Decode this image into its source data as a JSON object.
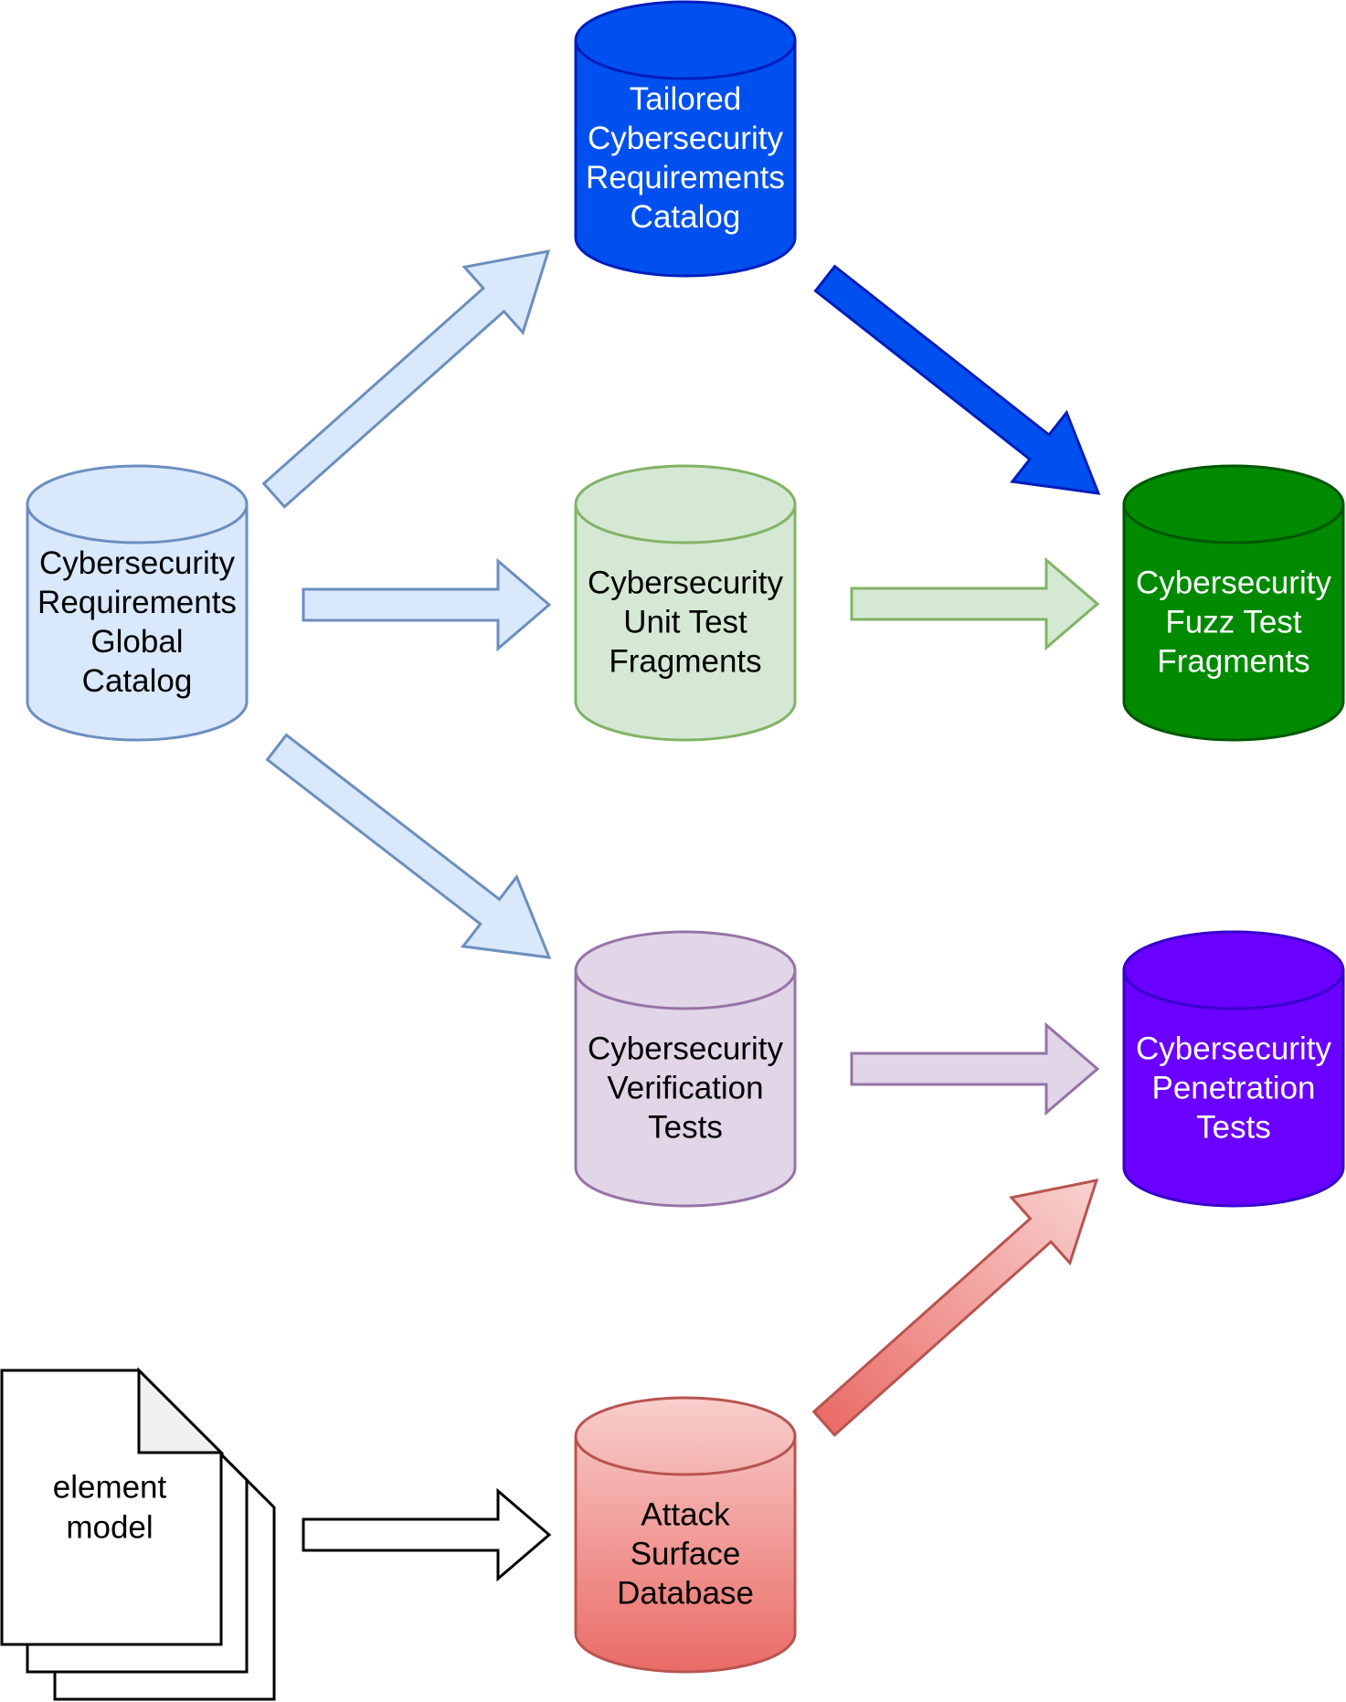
{
  "diagram": {
    "nodes": [
      {
        "id": "global",
        "lines": [
          "Cybersecurity",
          "Requirements",
          "Global",
          "Catalog"
        ],
        "fill": "#dae8fc",
        "stroke": "#6c8ebf",
        "text_color": "#000000"
      },
      {
        "id": "tailored",
        "lines": [
          "Tailored",
          "Cybersecurity",
          "Requirements",
          "Catalog"
        ],
        "fill": "#0050ef",
        "stroke": "#001dbc",
        "text_color": "#ffffff"
      },
      {
        "id": "unit",
        "lines": [
          "Cybersecurity",
          "Unit Test",
          "Fragments"
        ],
        "fill": "#d5e8d4",
        "stroke": "#82b366",
        "text_color": "#000000"
      },
      {
        "id": "fuzz",
        "lines": [
          "Cybersecurity",
          "Fuzz Test",
          "Fragments"
        ],
        "fill": "#008a00",
        "stroke": "#005700",
        "text_color": "#ffffff"
      },
      {
        "id": "verification",
        "lines": [
          "Cybersecurity",
          "Verification",
          "Tests"
        ],
        "fill": "#e1d5e7",
        "stroke": "#9673a6",
        "text_color": "#000000"
      },
      {
        "id": "penetration",
        "lines": [
          "Cybersecurity",
          "Penetration",
          "Tests"
        ],
        "fill": "#6a00ff",
        "stroke": "#3700cc",
        "text_color": "#ffffff"
      },
      {
        "id": "attack",
        "lines": [
          "Attack",
          "Surface",
          "Database"
        ],
        "fill_top": "#f8cecc",
        "fill_bottom": "#ea6b66",
        "stroke": "#b85450",
        "text_color": "#000000"
      }
    ],
    "document": {
      "id": "element-model",
      "lines": [
        "element",
        "model"
      ],
      "fill": "#ffffff",
      "fold_fill": "#f0f0f0",
      "stroke": "#000000"
    },
    "arrows": [
      {
        "id": "global-to-tailored",
        "from": "global",
        "to": "tailored",
        "fill": "#dae8fc",
        "stroke": "#6c8ebf"
      },
      {
        "id": "global-to-unit",
        "from": "global",
        "to": "unit",
        "fill": "#dae8fc",
        "stroke": "#6c8ebf"
      },
      {
        "id": "global-to-verification",
        "from": "global",
        "to": "verification",
        "fill": "#dae8fc",
        "stroke": "#6c8ebf"
      },
      {
        "id": "tailored-to-fuzz",
        "from": "tailored",
        "to": "fuzz",
        "fill": "#0050ef",
        "stroke": "#001dbc"
      },
      {
        "id": "unit-to-fuzz",
        "from": "unit",
        "to": "fuzz",
        "fill": "#d5e8d4",
        "stroke": "#82b366"
      },
      {
        "id": "verification-to-penetration",
        "from": "verification",
        "to": "penetration",
        "fill": "#e1d5e7",
        "stroke": "#9673a6"
      },
      {
        "id": "attack-to-penetration",
        "from": "attack",
        "to": "penetration",
        "fill_top": "#f8cecc",
        "fill_bottom": "#ea6b66",
        "stroke": "#b85450"
      },
      {
        "id": "model-to-attack",
        "from": "element-model",
        "to": "attack",
        "fill": "#ffffff",
        "stroke": "#000000"
      }
    ]
  }
}
